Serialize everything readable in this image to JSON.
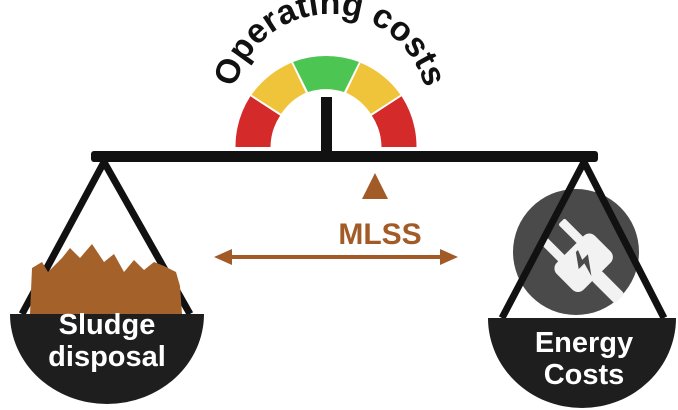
{
  "title": "Operating costs",
  "gauge": {
    "segments": [
      {
        "color": "#d42a2a",
        "label": "high-left"
      },
      {
        "color": "#f0c43a",
        "label": "medium-left"
      },
      {
        "color": "#4cc552",
        "label": "optimal"
      },
      {
        "color": "#f0c43a",
        "label": "medium-right"
      },
      {
        "color": "#d42a2a",
        "label": "high-right"
      }
    ]
  },
  "center_label": "MLSS",
  "left_pan": {
    "line1": "Sludge",
    "line2": "disposal"
  },
  "right_pan": {
    "line1": "Energy",
    "line2": "Costs",
    "icon": "power-plug-icon"
  },
  "colors": {
    "beam": "#111111",
    "pan": "#1e1e1e",
    "sludge": "#a4622a",
    "mlss": "#a25a26",
    "plug_bg": "#4a4a4a",
    "plug": "#f2f2f2"
  }
}
